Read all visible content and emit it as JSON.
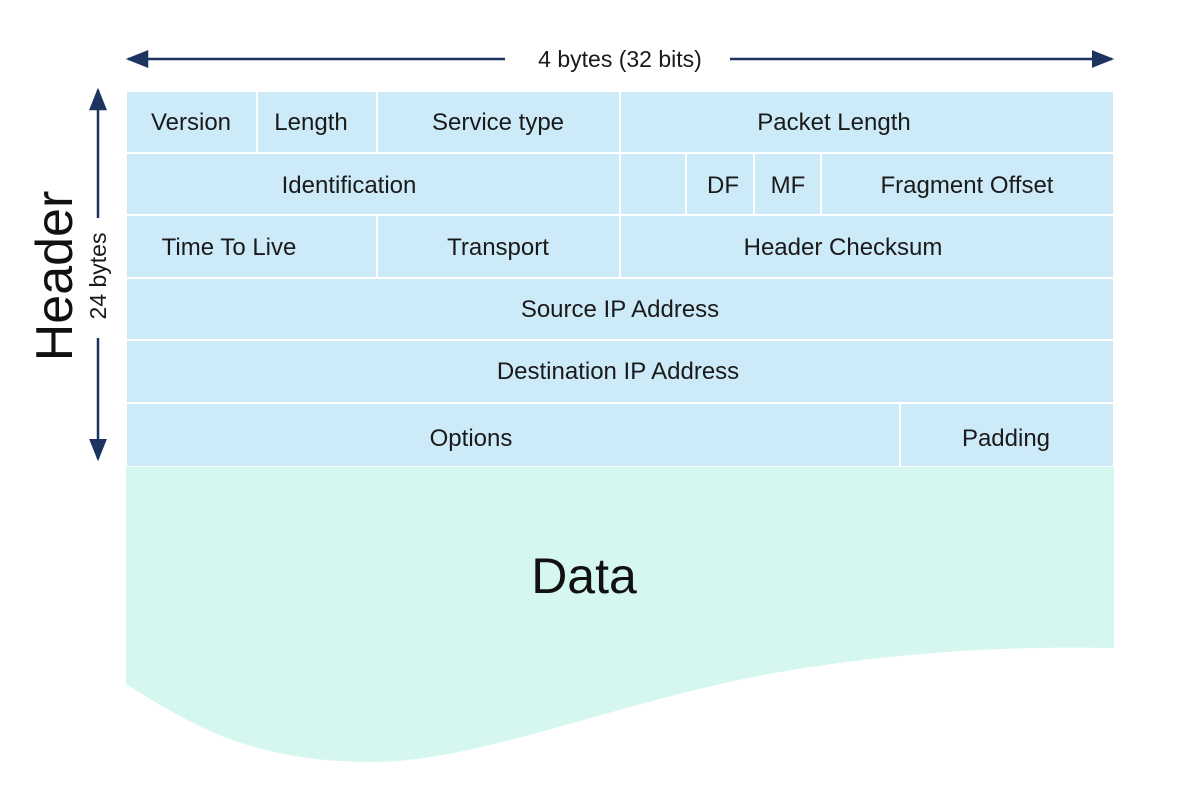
{
  "colors": {
    "header_fill": "#cdeaf9",
    "data_fill": "#d5f7ef",
    "cell_border": "#ffffff",
    "arrow": "#1d3461"
  },
  "width_label": "4 bytes (32 bits)",
  "height_label": "24 bytes",
  "header_label": "Header",
  "data_label": "Data",
  "fields": {
    "version": "Version",
    "length": "Length",
    "service_type": "Service type",
    "packet_length": "Packet Length",
    "identification": "Identification",
    "flag_reserved": "",
    "df": "DF",
    "mf": "MF",
    "fragment_offset": "Fragment Offset",
    "time_to_live": "Time To Live",
    "transport": "Transport",
    "header_checksum": "Header Checksum",
    "source_ip": "Source IP Address",
    "destination_ip": "Destination IP Address",
    "options": "Options",
    "padding": "Padding"
  }
}
